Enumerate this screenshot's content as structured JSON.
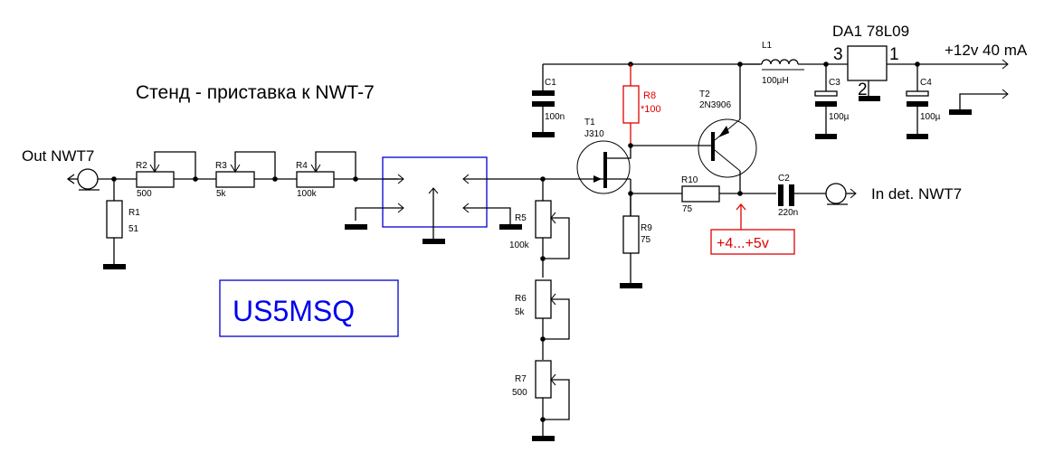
{
  "title": "Стенд - приставка к  NWT-7",
  "callsign": "US5MSQ",
  "connectors": {
    "out": "Out NWT7",
    "in": "In det. NWT7",
    "power": "+12v 40 mA"
  },
  "regulator": {
    "name": "DA1 78L09",
    "pin_in": "3",
    "pin_out": "1",
    "pin_gnd": "2"
  },
  "components": {
    "R1": {
      "ref": "R1",
      "value": "51"
    },
    "R2": {
      "ref": "R2",
      "value": "500"
    },
    "R3": {
      "ref": "R3",
      "value": "5k"
    },
    "R4": {
      "ref": "R4",
      "value": "100k"
    },
    "R5": {
      "ref": "R5",
      "value": "100k"
    },
    "R6": {
      "ref": "R6",
      "value": "5k"
    },
    "R7": {
      "ref": "R7",
      "value": "500"
    },
    "R8": {
      "ref": "R8",
      "value": "*100"
    },
    "R9": {
      "ref": "R9",
      "value": "75"
    },
    "R10": {
      "ref": "R10",
      "value": "75"
    },
    "C1": {
      "ref": "C1",
      "value": "100n"
    },
    "C2": {
      "ref": "C2",
      "value": "220n"
    },
    "C3": {
      "ref": "C3",
      "value": "100µ"
    },
    "C4": {
      "ref": "C4",
      "value": "100µ"
    },
    "L1": {
      "ref": "L1",
      "value": "100µH"
    },
    "T1": {
      "ref": "T1",
      "value": "J310"
    },
    "T2": {
      "ref": "T2",
      "value": "2N3906"
    }
  },
  "test_point": "+4...+5v",
  "colors": {
    "wire": "#000000",
    "highlight": "#e00000",
    "switch_box": "#0000cc",
    "callsign": "#0000ee"
  }
}
